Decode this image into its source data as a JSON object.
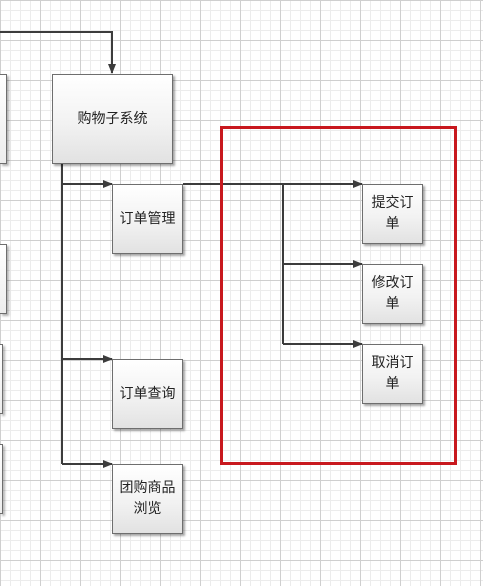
{
  "diagram": {
    "root": {
      "label": "购物子系统"
    },
    "children": [
      {
        "key": "order_mgmt",
        "label": "订单管理"
      },
      {
        "key": "order_query",
        "label": "订单查询"
      },
      {
        "key": "group_browse",
        "label": "团购商品浏览"
      }
    ],
    "order_actions": [
      {
        "key": "submit",
        "label": "提交订单"
      },
      {
        "key": "modify",
        "label": "修改订单"
      },
      {
        "key": "cancel",
        "label": "取消订单"
      }
    ],
    "colors": {
      "highlight": "#c8181e",
      "connector": "#3c3c3c",
      "node_border": "#6e6e6e"
    }
  }
}
